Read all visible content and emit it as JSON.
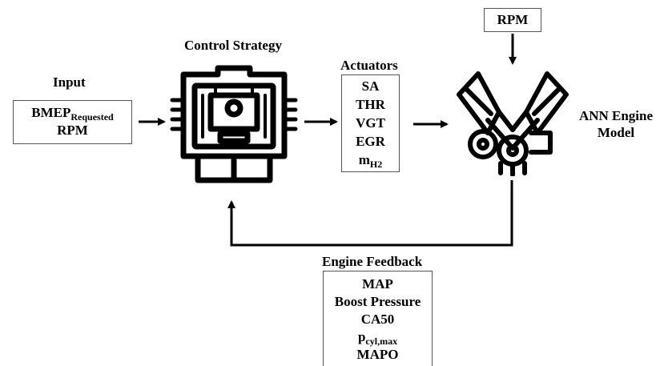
{
  "input": {
    "title": "Input",
    "bmep_base": "BMEP",
    "bmep_sub": "Requested",
    "rpm": "RPM"
  },
  "control": {
    "title": "Control Strategy"
  },
  "actuators": {
    "title": "Actuators",
    "items": [
      "SA",
      "THR",
      "VGT",
      "EGR"
    ],
    "m_base": "m",
    "m_sub": "H2"
  },
  "rpm_top": {
    "label": "RPM"
  },
  "engine": {
    "title_line1": "ANN Engine",
    "title_line2": "Model"
  },
  "feedback": {
    "title": "Engine Feedback",
    "items": [
      "MAP",
      "Boost Pressure",
      "CA50"
    ],
    "p_base": "p",
    "p_sub": "cyl,max",
    "mapo": "MAPO"
  },
  "icons": {
    "controller": "ecu-chip-icon",
    "engine": "v-engine-icon"
  },
  "colors": {
    "stroke": "#000000",
    "box_border": "#555555",
    "background": "#ffffff"
  }
}
